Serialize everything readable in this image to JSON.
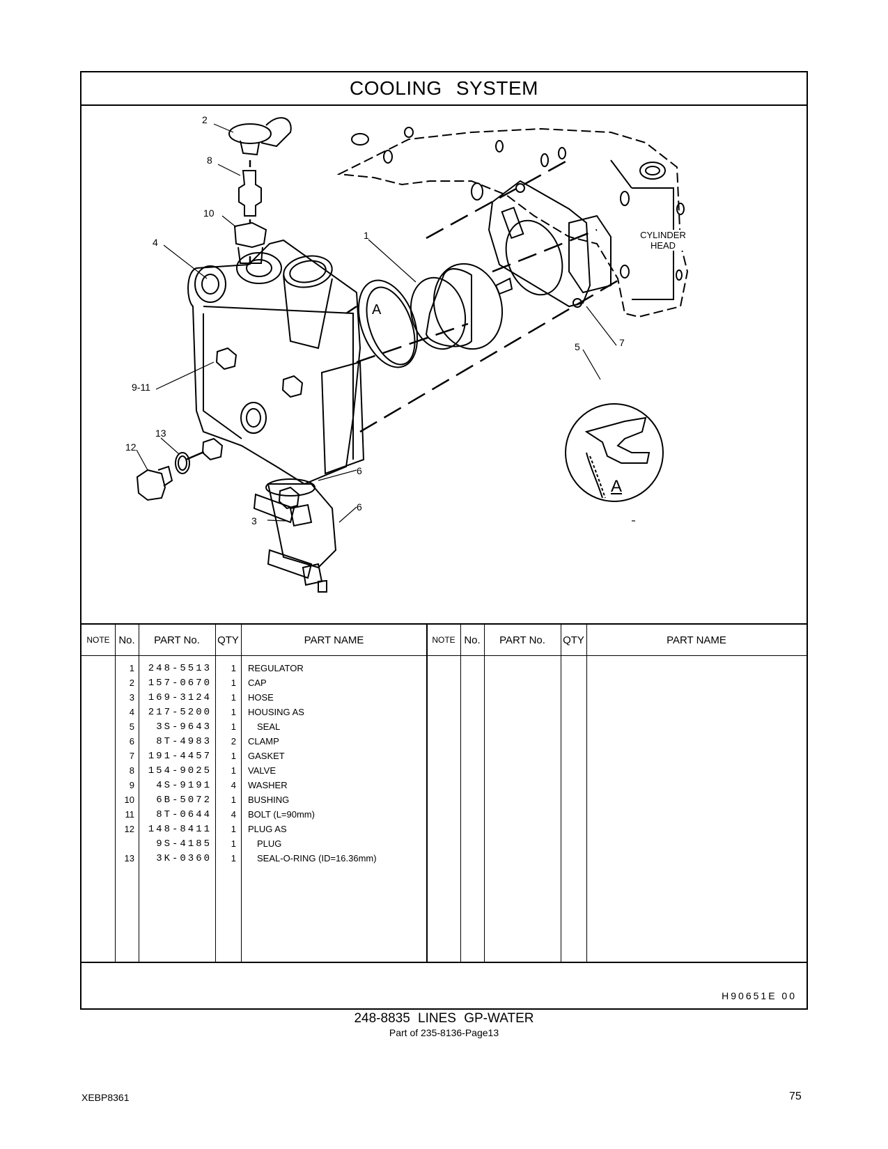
{
  "title": "COOLING  SYSTEM",
  "callouts": {
    "c1": "1",
    "c2": "2",
    "c3": "3",
    "c4": "4",
    "c5": "5",
    "c6a": "6",
    "c6b": "6",
    "c7": "7",
    "c8": "8",
    "c10": "10",
    "c911": "9-11",
    "c12": "12",
    "c13": "13",
    "view_a": "A",
    "detail_a": "A"
  },
  "cylinder_head_label": [
    "CYLINDER",
    "HEAD"
  ],
  "table": {
    "headers": {
      "note": "NOTE",
      "no": "No.",
      "part_no": "PART No.",
      "qty": "QTY",
      "part_name": "PART NAME"
    },
    "rows": [
      {
        "no": "1",
        "part_no": "248-5513",
        "qty": "1",
        "name": "REGULATOR"
      },
      {
        "no": "2",
        "part_no": "157-0670",
        "qty": "1",
        "name": "CAP"
      },
      {
        "no": "3",
        "part_no": "169-3124",
        "qty": "1",
        "name": "HOSE"
      },
      {
        "no": "4",
        "part_no": "217-5200",
        "qty": "1",
        "name": "HOUSING  AS"
      },
      {
        "no": "5",
        "part_no": "3S-9643",
        "qty": "1",
        "name": "SEAL",
        "indent": true
      },
      {
        "no": "6",
        "part_no": "8T-4983",
        "qty": "2",
        "name": "CLAMP"
      },
      {
        "no": "7",
        "part_no": "191-4457",
        "qty": "1",
        "name": "GASKET"
      },
      {
        "no": "8",
        "part_no": "154-9025",
        "qty": "1",
        "name": "VALVE"
      },
      {
        "no": "9",
        "part_no": "4S-9191",
        "qty": "4",
        "name": "WASHER"
      },
      {
        "no": "10",
        "part_no": "6B-5072",
        "qty": "1",
        "name": "BUSHING"
      },
      {
        "no": "11",
        "part_no": "8T-0644",
        "qty": "4",
        "name": "BOLT (L=90mm)"
      },
      {
        "no": "12",
        "part_no": "148-8411",
        "qty": "1",
        "name": "PLUG  AS"
      },
      {
        "no": "",
        "part_no": "9S-4185",
        "qty": "1",
        "name": "PLUG",
        "indent": true
      },
      {
        "no": "13",
        "part_no": "3K-0360",
        "qty": "1",
        "name": "SEAL-O-RING (ID=16.36mm)",
        "indent": true
      }
    ]
  },
  "illustration_code": "H90651E    00",
  "caption": "248-8835  LINES  GP-WATER",
  "subcaption": "Part of 235-8136-Page13",
  "doc_number": "XEBP8361",
  "page_number": "75"
}
